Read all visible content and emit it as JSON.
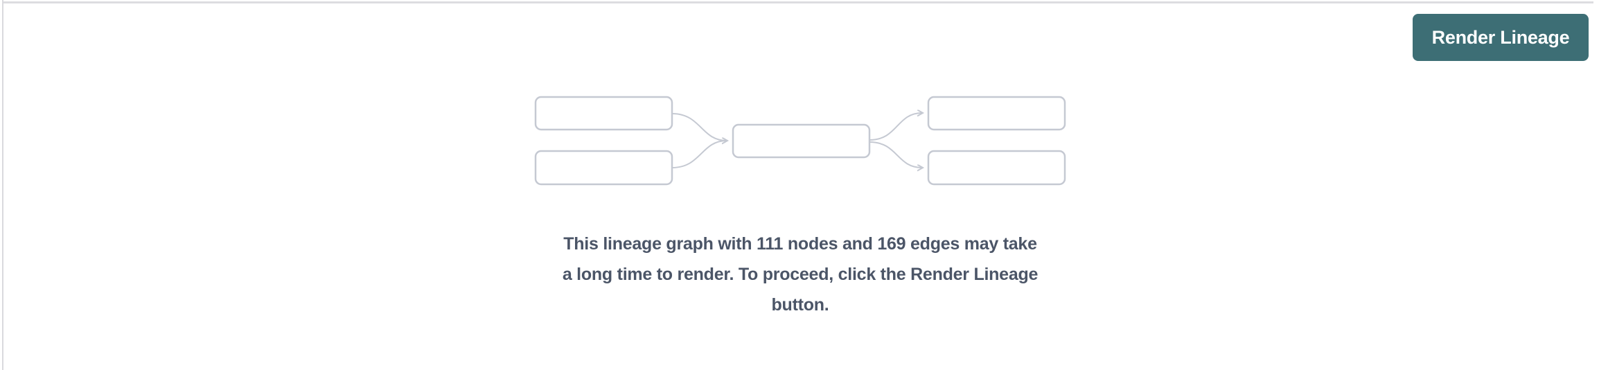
{
  "panel": {
    "background": "#ffffff",
    "top_divider_color": "#dcdce0",
    "left_divider_color": "#d9d9dd"
  },
  "toolbar": {
    "render_button_label": "Render Lineage"
  },
  "graph_stats": {
    "node_count": "111",
    "edge_count": "169"
  },
  "message": {
    "lines": [
      "This lineage graph with 111 nodes and 169 edges may take",
      "a long time to render. To proceed, click the Render Lineage",
      "button."
    ],
    "full_text": "This lineage graph with 111 nodes and 169 edges may take a long time to render. To proceed, click the Render Lineage button.",
    "text_color": "#4b5567"
  },
  "placeholder_graphic": {
    "description": "empty lineage graph preview: 2 upstream nodes, 1 middle node, 2 downstream nodes connected by curved arrows",
    "node_fill": "#ffffff",
    "node_border_color": "#c5c9d2",
    "edge_color": "#c5c9d2"
  },
  "colors": {
    "button_bg": "#3d6e75",
    "button_text": "#ffffff"
  }
}
